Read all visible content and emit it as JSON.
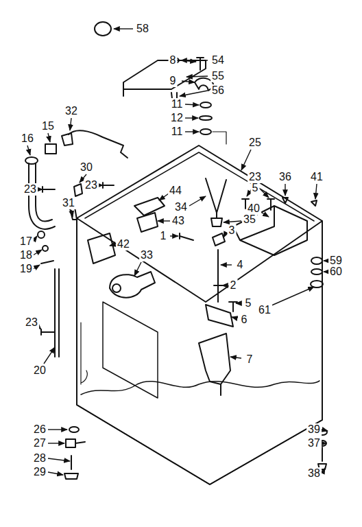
{
  "diagram": {
    "labels": [
      "58",
      "8",
      "54",
      "9",
      "55",
      "56",
      "11",
      "12",
      "11",
      "32",
      "15",
      "16",
      "25",
      "30",
      "23",
      "36",
      "41",
      "23",
      "23",
      "44",
      "5",
      "40",
      "34",
      "31",
      "43",
      "35",
      "17",
      "3",
      "1",
      "18",
      "42",
      "19",
      "33",
      "59",
      "60",
      "4",
      "2",
      "5",
      "61",
      "6",
      "7",
      "23",
      "20",
      "26",
      "39",
      "27",
      "37",
      "28",
      "29",
      "38"
    ]
  }
}
